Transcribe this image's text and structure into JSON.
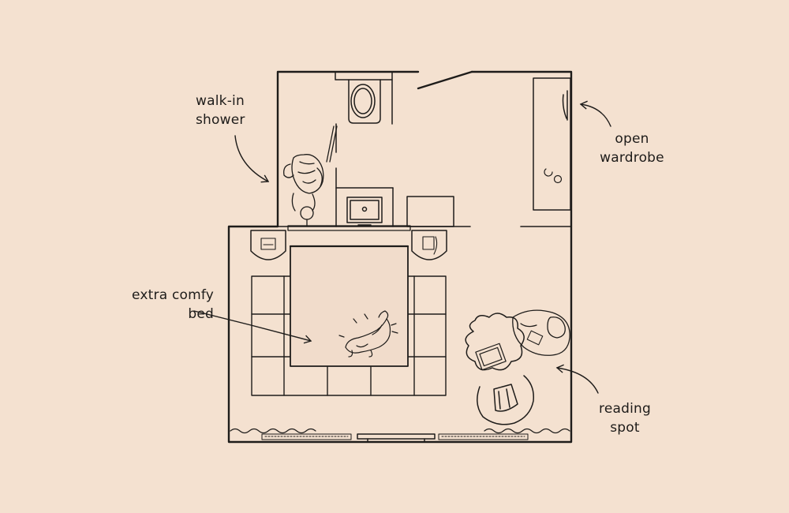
{
  "labels": {
    "shower": [
      "walk-in",
      "shower"
    ],
    "wardrobe": [
      "open",
      "wardrobe"
    ],
    "bed": [
      "extra comfy",
      "bed"
    ],
    "reading": [
      "reading",
      "spot"
    ]
  },
  "colors": {
    "background": "#F4E1D0",
    "ink": "#1e1c1a",
    "bed_fill": "#F1DCCB"
  }
}
